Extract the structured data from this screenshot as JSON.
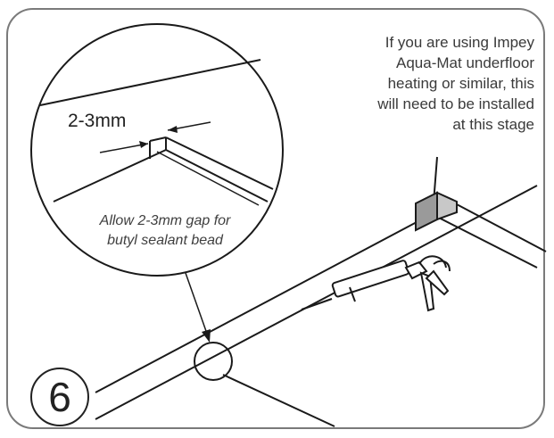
{
  "note": {
    "lines": [
      "If you are using Impey",
      "Aqua-Mat underfloor",
      "heating or similar, this",
      "will need to be installed",
      "at this stage"
    ]
  },
  "detail": {
    "gap_label": "2-3mm",
    "caption_lines": [
      "Allow 2-3mm gap for",
      "butyl sealant bead"
    ]
  },
  "step": {
    "number": "6"
  },
  "colors": {
    "line": "#1a1a1a",
    "frame": "#7a7a7a",
    "corner_fill": "#9a9a9a",
    "text": "#3a3a3a"
  }
}
